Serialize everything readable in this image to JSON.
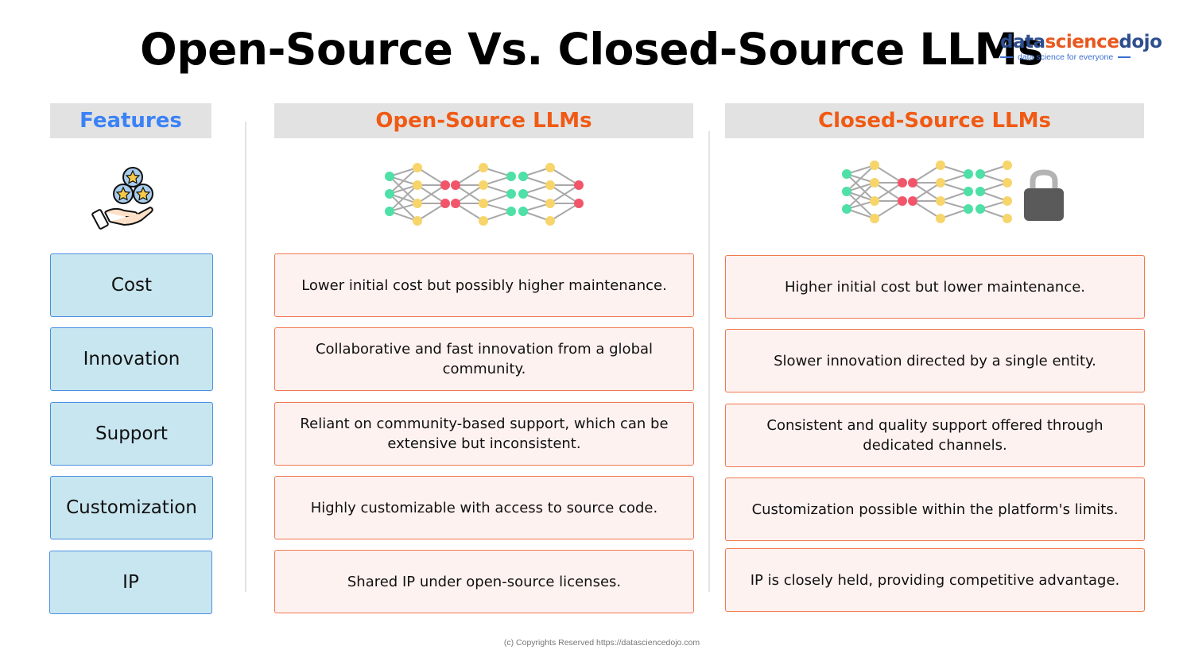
{
  "title": "Open-Source Vs. Closed-Source LLMs",
  "logo": {
    "part1": "data",
    "part2": "science",
    "part3": "dojo",
    "tagline": "data science for everyone"
  },
  "headers": {
    "features": "Features",
    "open": "Open-Source LLMs",
    "closed": "Closed-Source LLMs"
  },
  "icons": {
    "features": "hand-with-stars-icon",
    "open": "neural-network-icon",
    "closed": "locked-neural-network-icon"
  },
  "colors": {
    "accent_blue": "#3b82f6",
    "accent_orange": "#f05a14",
    "feature_fill": "#c8e6f0",
    "cell_fill": "#fef2f0"
  },
  "rows": [
    {
      "feature": "Cost",
      "open": "Lower initial cost but possibly higher maintenance.",
      "closed": "Higher initial cost but lower maintenance."
    },
    {
      "feature": "Innovation",
      "open": "Collaborative and fast innovation from a global community.",
      "closed": "Slower innovation directed by a single entity."
    },
    {
      "feature": "Support",
      "open": "Reliant on community-based support, which can be extensive but inconsistent.",
      "closed": "Consistent and quality support offered through dedicated channels."
    },
    {
      "feature": "Customization",
      "open": "Highly customizable with access to source code.",
      "closed": "Customization possible within the platform's limits."
    },
    {
      "feature": "IP",
      "open": "Shared IP under open-source licenses.",
      "closed": "IP is closely held, providing competitive advantage."
    }
  ],
  "footer": "(c) Copyrights Reserved  https://datasciencedojo.com"
}
